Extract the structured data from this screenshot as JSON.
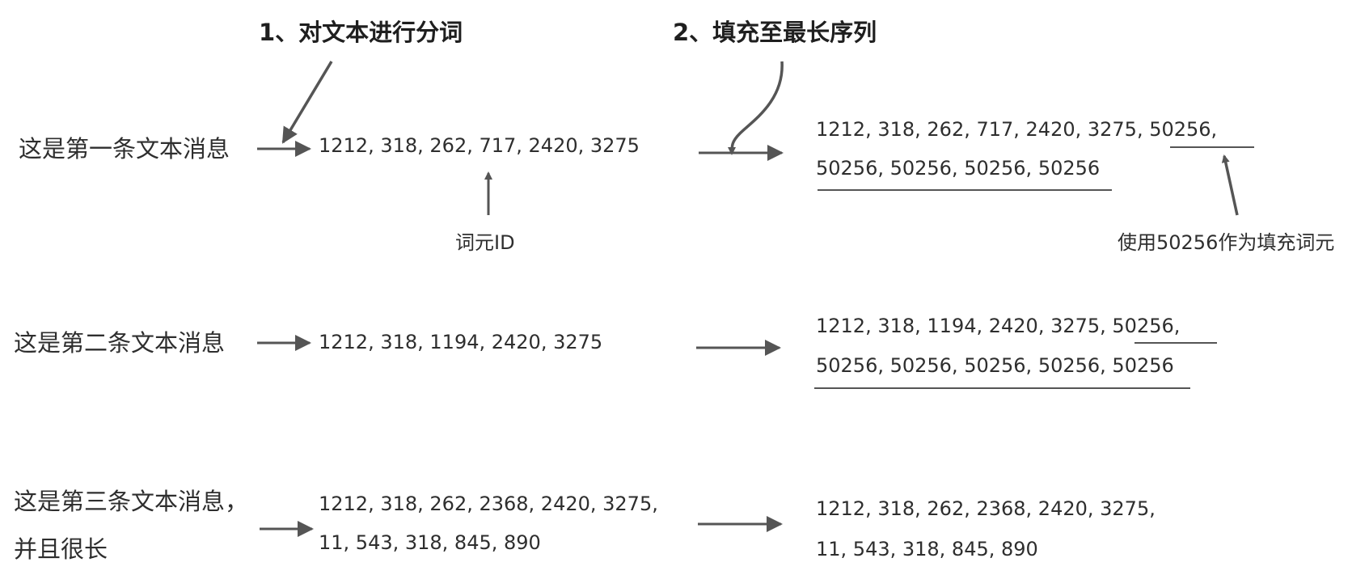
{
  "steps": {
    "tokenize": "1、对文本进行分词",
    "pad": "2、填充至最长序列"
  },
  "rows": [
    {
      "message_lines": [
        "这是第一条文本消息"
      ],
      "token_lines": [
        "1212,  318,  262,  717,  2420,  3275"
      ],
      "padded_lines": [
        "1212,  318,  262,  717,  2420,  3275,  50256,",
        "50256,  50256,  50256,  50256"
      ]
    },
    {
      "message_lines": [
        "这是第二条文本消息"
      ],
      "token_lines": [
        "1212,  318,  1194,  2420,  3275"
      ],
      "padded_lines": [
        "1212,  318,  1194,   2420,  3275,  50256,",
        "50256,  50256,  50256,  50256,  50256"
      ]
    },
    {
      "message_lines": [
        "这是第三条文本消息，",
        "并且很长"
      ],
      "token_lines": [
        "1212,  318,  262,  2368,  2420,  3275,",
        "11,  543,  318,  845,  890"
      ],
      "padded_lines": [
        "1212,  318,  262,  2368,  2420,  3275,",
        "11,  543,  318,  845,  890"
      ]
    }
  ],
  "annotations": {
    "token_id": "词元ID",
    "padding_token": "使用50256作为填充词元"
  },
  "colors": {
    "arrow": "#555555",
    "text": "#2e2e2e"
  }
}
